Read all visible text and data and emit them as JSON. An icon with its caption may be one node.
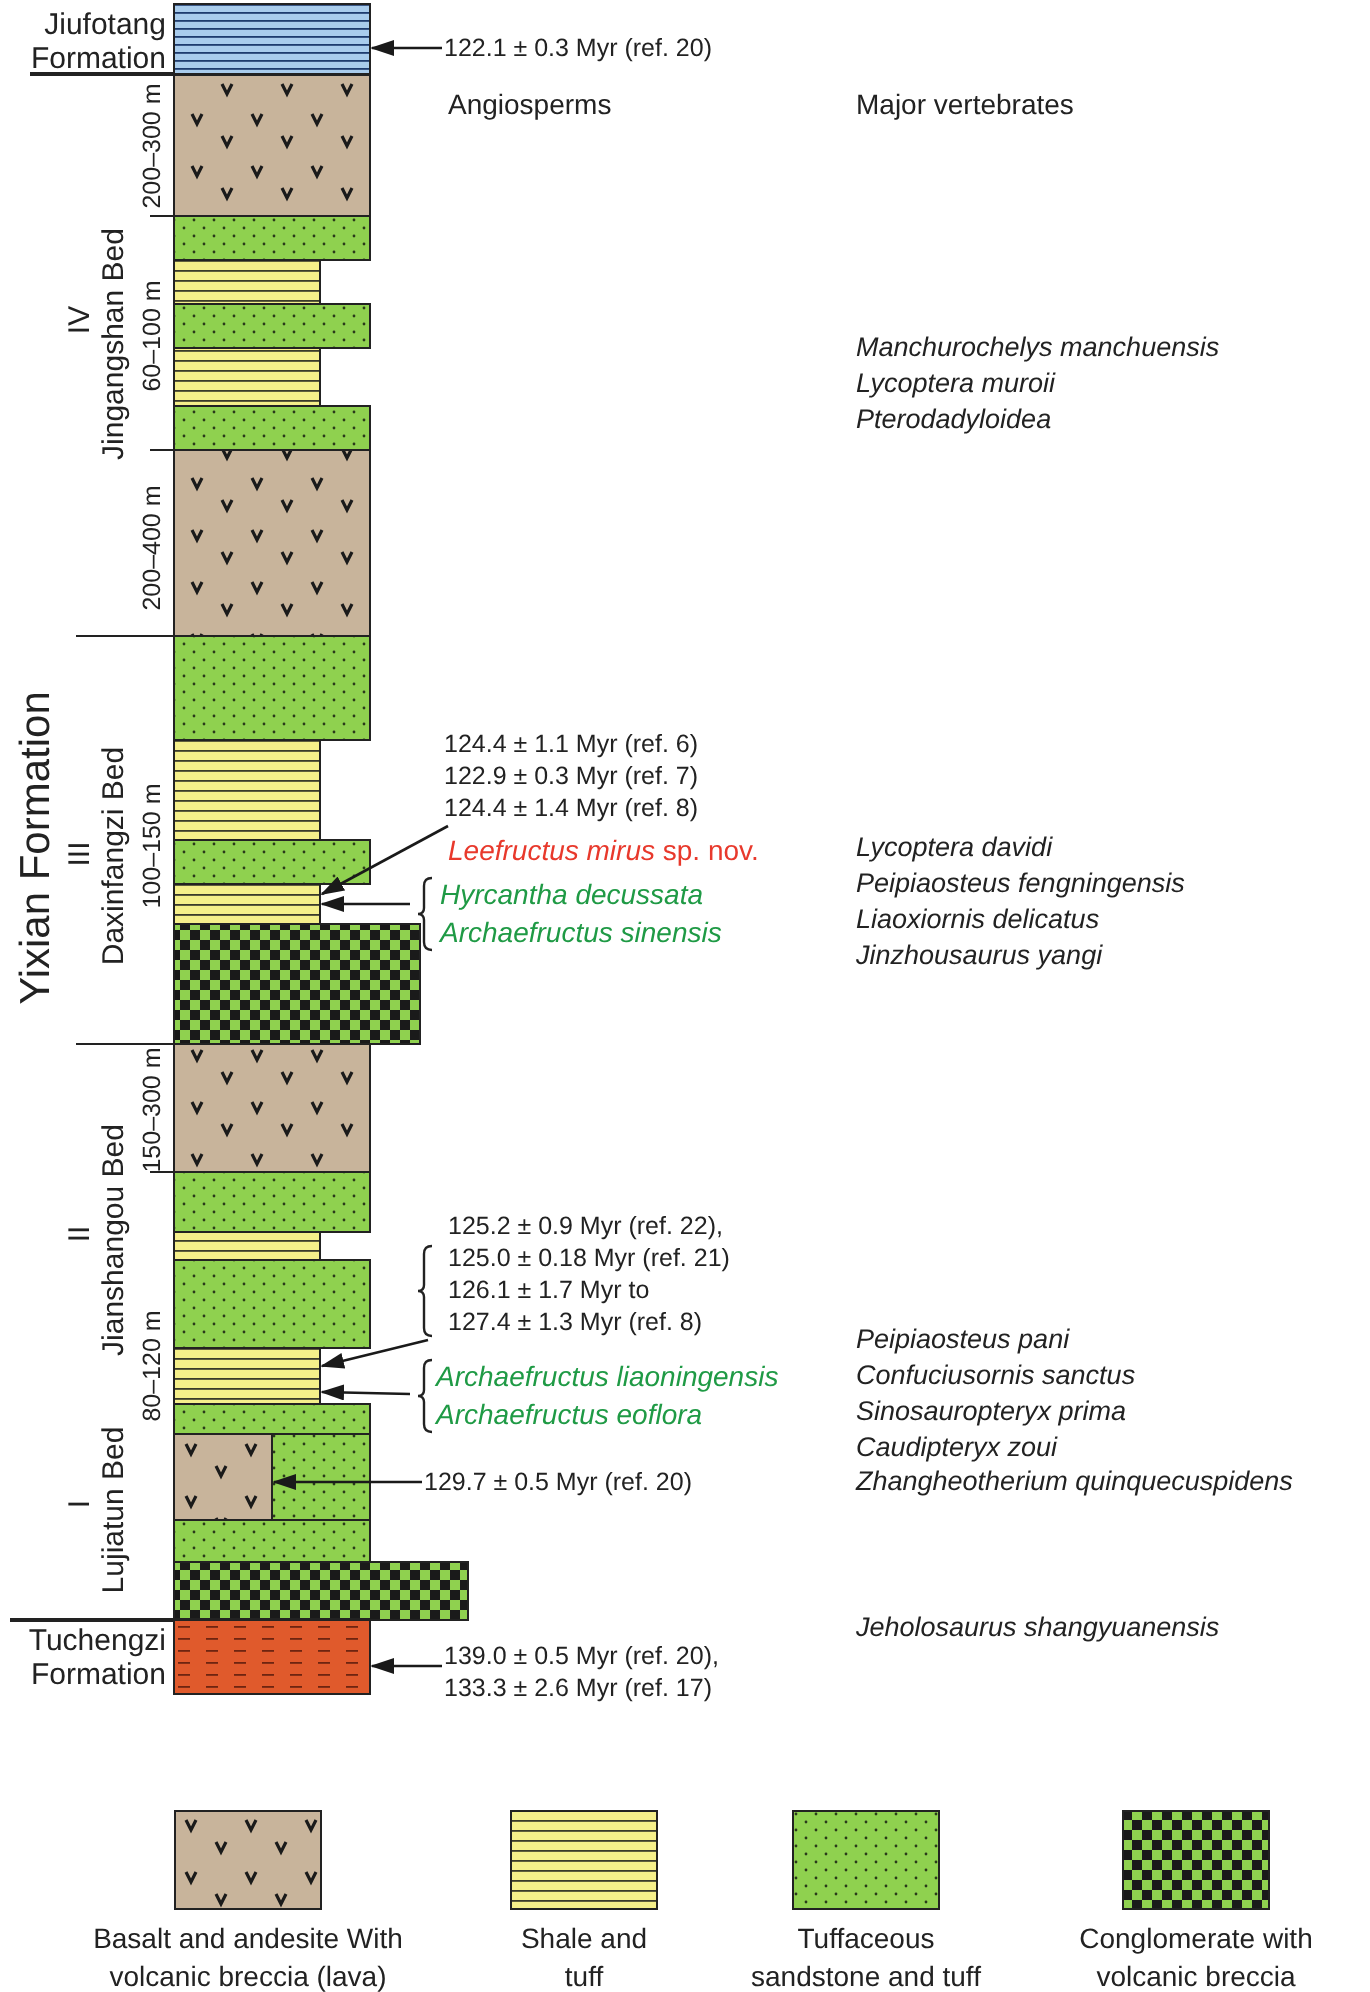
{
  "diagram": {
    "nodes": [
      {
        "text": [],
        "shape": "box",
        "beside": [
          "Jiufotang Formation"
        ]
      },
      {
        "text": [
          "122.1 ± 0.3 Myr (ref. 20)"
        ]
      },
      {
        "text": [
          "124.4 ± 1.1 Myr (ref. 6)",
          "122.9 ± 0.3 Myr (ref. 7)",
          "124.4 ± 1.4 Myr (ref. 8)"
        ]
      },
      {
        "text": [],
        "shape": "box"
      },
      {
        "text": [
          "Hyrcantha decussata",
          "Archaefructus sinensis"
        ]
      },
      {
        "text": [
          "125.2 ± 0.9 Myr (ref. 22),",
          "125.0 ± 0.18 Myr (ref. 21)",
          "126.1 ± 1.7 Myr to",
          "127.4 ± 1.3 Myr (ref. 8)"
        ]
      },
      {
        "text": [],
        "shape": "box"
      },
      {
        "text": [
          "Archaefructus liaoningensis",
          "Archaefructus eoflora"
        ]
      },
      {
        "text": [],
        "shape": "box"
      },
      {
        "text": [
          "129.7 ± 0.5 Myr (ref. 20)"
        ]
      },
      {
        "text": [],
        "shape": "box",
        "beside": [
          "Tuchengzi Formation"
        ]
      },
      {
        "text": [
          "139.0 ± 0.5 Myr (ref. 20),",
          "133.3 ± 2.6 Myr (ref. 17)"
        ]
      }
    ],
    "edges": [
      {
        "from": 1,
        "to": 0,
        "arrow": "to"
      },
      {
        "from": 2,
        "to": 3,
        "arrow": "to"
      },
      {
        "from": 4,
        "to": 3,
        "arrow": "to"
      },
      {
        "from": 5,
        "to": 6,
        "arrow": "to"
      },
      {
        "from": 7,
        "to": 6,
        "arrow": "to"
      },
      {
        "from": 9,
        "to": 8,
        "arrow": "to"
      },
      {
        "from": 11,
        "to": 10,
        "arrow": "to"
      }
    ],
    "labels": [
      "Angiosperms",
      "Major vertebrates",
      "IV",
      "Jingangshan Bed",
      "200–300 m",
      "60–100 m",
      "200–400 m",
      "Manchurochelys manchuensis",
      "Lycoptera muroii",
      "Pterodadyloidea",
      "Yixian Formation",
      "III",
      "Daxinfangzi Bed",
      "100–150 m",
      "*Leefructus mirus* sp. nov.",
      "Lycoptera davidi",
      "Peipiaosteus fengningensis",
      "Liaoxiornis delicatus",
      "Jinzhousaurus yangi",
      "II",
      "Jianshangou Bed",
      "150–300 m",
      "80–120 m",
      "Peipiaosteus pani",
      "Confuciusornis sanctus",
      "Sinosauropteryx prima",
      "Caudipteryx zoui",
      "Zhangheotherium quinquecuspidens",
      "I",
      "Lujiatun Bed",
      "Jeholosaurus shangyuanensis"
    ],
    "legend": [
      {
        "text": "Basalt and andesite With volcanic breccia (lava)"
      },
      {
        "text": "Shale and tuff"
      },
      {
        "text": "Tuffaceous sandstone and tuff"
      },
      {
        "text": "Conglomerate with volcanic breccia"
      }
    ]
  }
}
